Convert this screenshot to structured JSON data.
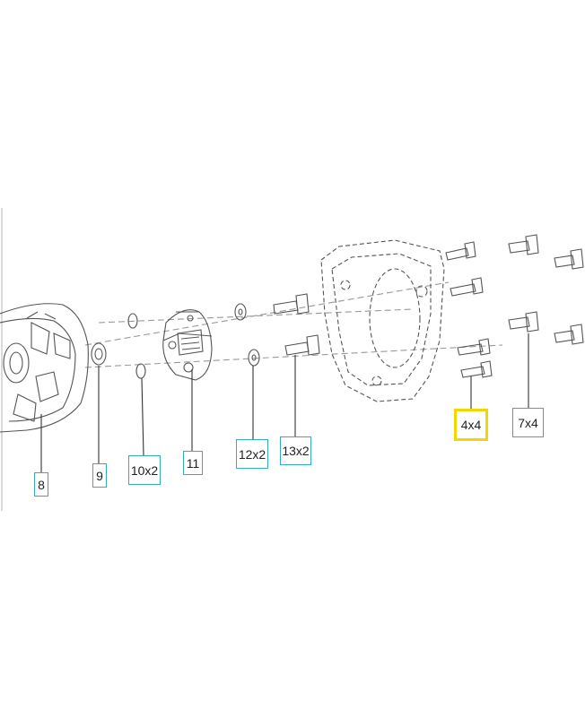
{
  "callouts": {
    "c8": "8",
    "c9": "9",
    "c10": "10x2",
    "c11": "11",
    "c12": "12x2",
    "c13": "13x2",
    "c4": "4x4",
    "c7": "7x4"
  },
  "colors": {
    "line": "#555555",
    "callout_border": "#33aacc",
    "highlight": "#f2d600"
  },
  "selected_callout": "4x4"
}
